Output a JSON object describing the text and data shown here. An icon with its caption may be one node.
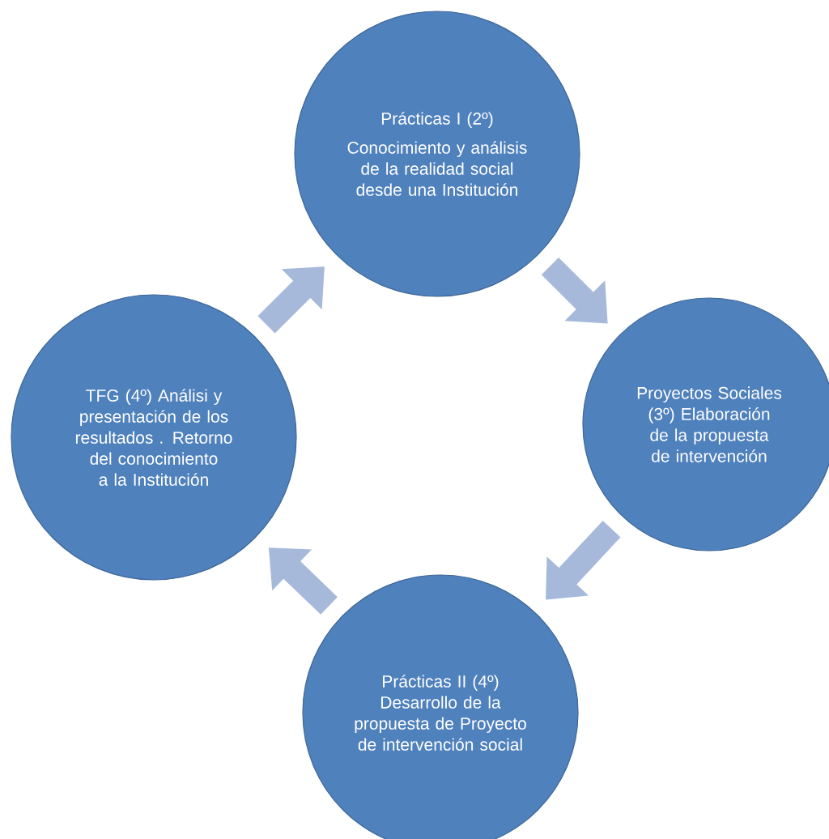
{
  "diagram": {
    "nodes": [
      {
        "text": [
          "Prácticas I (2º)",
          "Conocimiento y análisis de la realidad social desde una Institución"
        ]
      },
      {
        "text": [
          "Proyectos Sociales (3º) Elaboración de la propuesta de intervención"
        ]
      },
      {
        "text": [
          "Prácticas II (4º) Desarrollo de la propuesta de Proyecto de intervención social"
        ]
      },
      {
        "text": [
          "TFG (4º) Análisi y presentación de los resultados  . Retorno del conocimiento a la Institución"
        ]
      }
    ],
    "edges": [
      {
        "from": 0,
        "to": 1,
        "arrow": "to"
      },
      {
        "from": 1,
        "to": 2,
        "arrow": "to"
      },
      {
        "from": 2,
        "to": 3,
        "arrow": "to"
      },
      {
        "from": 3,
        "to": 0,
        "arrow": "to"
      }
    ]
  }
}
